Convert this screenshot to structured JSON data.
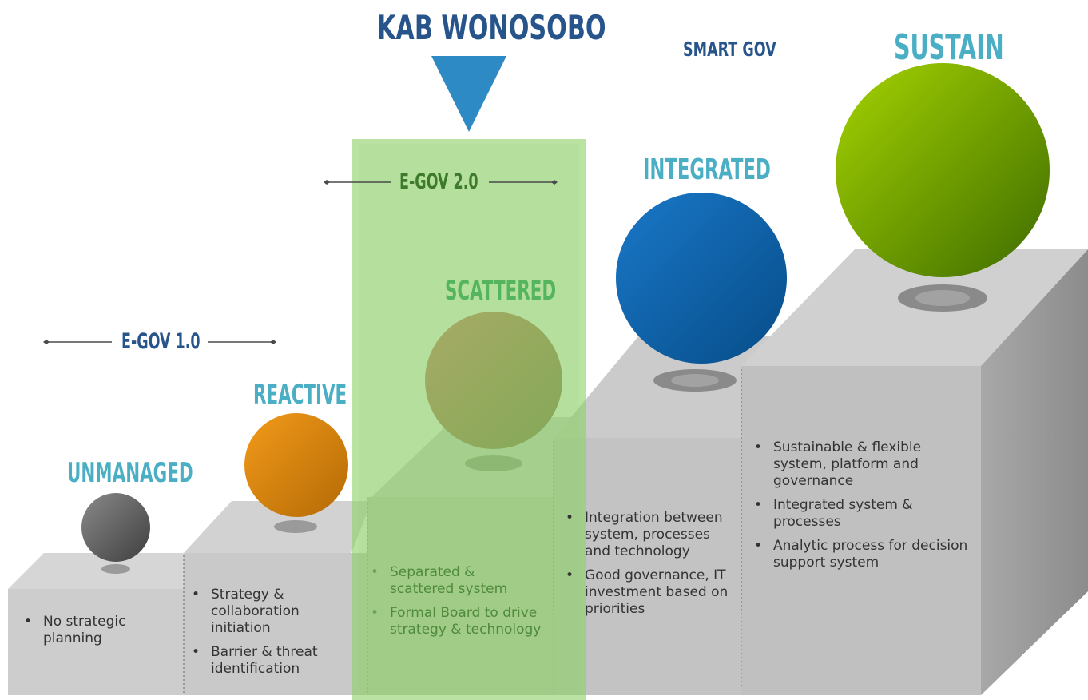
{
  "title": "KAB WONOSOBO",
  "smart_gov_label": "SMART GOV",
  "era_labels": {
    "egov1": "E-GOV 1.0",
    "egov2": "E-GOV 2.0"
  },
  "stages": [
    {
      "name": "UNMANAGED",
      "color": "#4aaec4",
      "sphere_colors": [
        "#8a8a8a",
        "#3e3e3e"
      ],
      "bullets": [
        "No strategic planning"
      ]
    },
    {
      "name": "REACTIVE",
      "color": "#4aaec4",
      "sphere_colors": [
        "#f39a1a",
        "#b36a05"
      ],
      "bullets": [
        "Strategy & collaboration initiation",
        "Barrier & threat identification"
      ]
    },
    {
      "name": "SCATTERED",
      "color": "#55b45e",
      "sphere_colors": [
        "#d8655a",
        "#6e5a35"
      ],
      "bullets": [
        "Separated & scattered system",
        "Formal Board to drive strategy & technology"
      ]
    },
    {
      "name": "INTEGRATED",
      "color": "#4aaec4",
      "sphere_colors": [
        "#1a78c8",
        "#064c88"
      ],
      "bullets": [
        "Integration between system, processes and technology",
        "Good governance, IT investment based on priorities"
      ]
    },
    {
      "name": "SUSTAIN",
      "color": "#4aaec4",
      "sphere_colors": [
        "#a6d400",
        "#3d6b00"
      ],
      "bullets": [
        "Sustainable & flexible system, platform and governance",
        "Integrated system & processes",
        "Analytic process for decision support system"
      ]
    }
  ],
  "colors": {
    "title": "#27548a",
    "smart_gov": "#27548a",
    "era": "#27548a",
    "highlight": "#8fd16b",
    "marker": "#2e8ac4"
  }
}
